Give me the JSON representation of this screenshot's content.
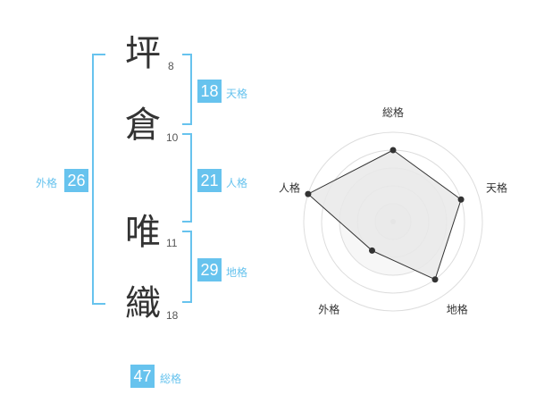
{
  "name": {
    "chars": [
      {
        "char": "坪",
        "strokes": "8"
      },
      {
        "char": "倉",
        "strokes": "10"
      },
      {
        "char": "唯",
        "strokes": "11"
      },
      {
        "char": "織",
        "strokes": "18"
      }
    ]
  },
  "fortunes": {
    "tenkaku": {
      "value": "18",
      "label": "天格"
    },
    "jinkaku": {
      "value": "21",
      "label": "人格"
    },
    "chikaku": {
      "value": "29",
      "label": "地格"
    },
    "gaikaku": {
      "value": "26",
      "label": "外格"
    },
    "soukaku": {
      "value": "47",
      "label": "総格"
    }
  },
  "colors": {
    "accent": "#67c3ee",
    "kanji_text": "#333333"
  },
  "chart_data": {
    "type": "radar",
    "axes": [
      "総格",
      "天格",
      "地格",
      "外格",
      "人格"
    ],
    "values": [
      4,
      4,
      4,
      2,
      5
    ],
    "scale_max": 5,
    "rings": 5
  }
}
